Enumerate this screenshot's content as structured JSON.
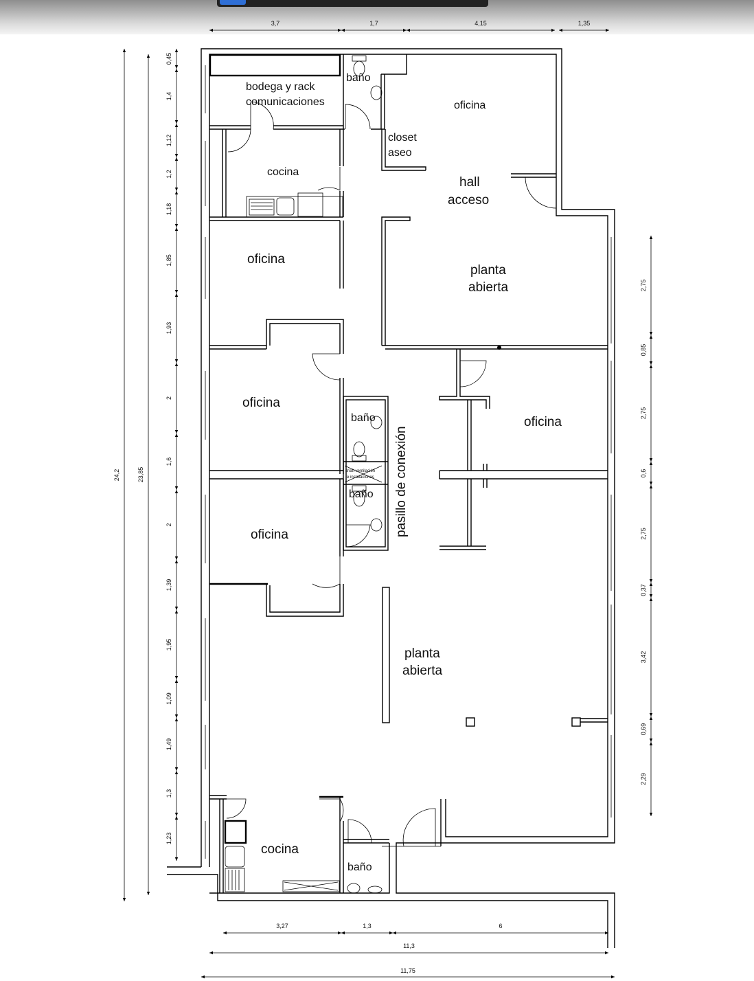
{
  "rooms": {
    "bodega_line1": "bodega y rack",
    "bodega_line2": "comunicaciones",
    "bano_top": "baño",
    "oficina_top": "oficina",
    "closet_line1": "closet",
    "closet_line2": "aseo",
    "cocina_top": "cocina",
    "hall_line1": "hall",
    "hall_line2": "acceso",
    "oficina_left1": "oficina",
    "planta_upper_line1": "planta",
    "planta_upper_line2": "abierta",
    "oficina_left2": "oficina",
    "bano_mid1": "baño",
    "oficina_right": "oficina",
    "shaft_line1": "shaft ventilación",
    "shaft_line2": "e instalaciones",
    "bano_mid2": "baño",
    "pasillo": "pasillo de conexión",
    "oficina_left3": "oficina",
    "planta_lower_line1": "planta",
    "planta_lower_line2": "abierta",
    "cocina_bottom": "cocina",
    "bano_bottom": "baño"
  },
  "dimensions": {
    "top": [
      "3,7",
      "1,7",
      "4,15",
      "1,35"
    ],
    "left_segments": [
      "0,45",
      "1,4",
      "1,12",
      "1,2",
      "1,18",
      "1,85",
      "1,93",
      "2",
      "1,6",
      "2",
      "1,39",
      "1,95",
      "1,09",
      "1,49",
      "1,3",
      "1,23"
    ],
    "left_total_outer": "24,2",
    "left_total_inner": "23,85",
    "right_segments": [
      "2,75",
      "0,85",
      "2,75",
      "0,6",
      "2,75",
      "0,37",
      "3,42",
      "0,69",
      "2,29"
    ],
    "bottom_segments": [
      "3,27",
      "1,3",
      "6"
    ],
    "bottom_total_inner": "11,3",
    "bottom_total_outer": "11,75"
  }
}
